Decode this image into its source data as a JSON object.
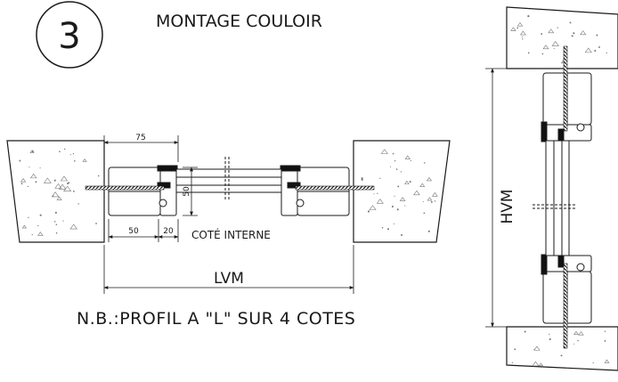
{
  "step_number": "3",
  "title": "MONTAGE COULOIR",
  "note": "N.B.:PROFIL A \"L\" SUR 4 COTES",
  "labels": {
    "lvm": "LVM",
    "hvm": "HVM",
    "internal_side": "COTÉ INTERNE"
  },
  "dimensions": {
    "top_width": "75",
    "height": "50",
    "bottom_left": "50",
    "bottom_right": "20"
  },
  "colors": {
    "line": "#1a1a1a",
    "concrete_fill": "#ffffff",
    "aggregate": "#777777",
    "gasket": "#111111"
  }
}
